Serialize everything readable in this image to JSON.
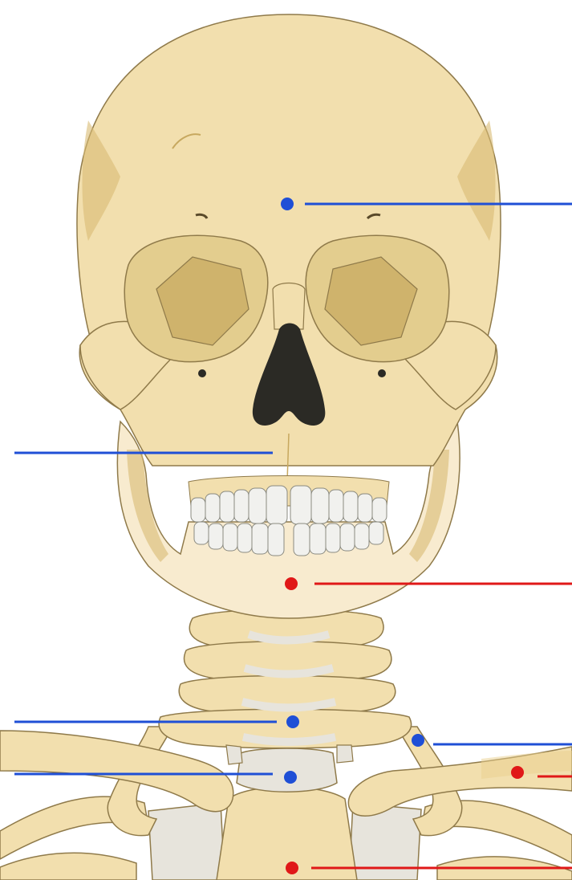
{
  "diagram": {
    "subject": "skull-and-neck-skeleton",
    "colors": {
      "bone": "#f2dfae",
      "bone_light": "#f8ebcf",
      "bone_shadow": "#d8bb73",
      "outline": "#8f7a4a",
      "cavity": "#2b2a25",
      "teeth": "#f1f1ee",
      "cartilage": "#e7e4dc",
      "blue_marker": "#1f4fd6",
      "red_marker": "#e01818"
    },
    "markers": [
      {
        "id": "frontal-bone-marker",
        "color": "blue",
        "side": "right"
      },
      {
        "id": "maxilla-marker",
        "color": "blue",
        "side": "left"
      },
      {
        "id": "mandible-marker",
        "color": "red",
        "side": "right"
      },
      {
        "id": "cervical-vertebra-marker",
        "color": "blue",
        "side": "left"
      },
      {
        "id": "first-rib-marker",
        "color": "blue",
        "side": "right"
      },
      {
        "id": "upper-sternum-marker",
        "color": "blue",
        "side": "left"
      },
      {
        "id": "clavicle-marker",
        "color": "red",
        "side": "right"
      },
      {
        "id": "sternum-marker",
        "color": "red",
        "side": "right"
      }
    ]
  }
}
